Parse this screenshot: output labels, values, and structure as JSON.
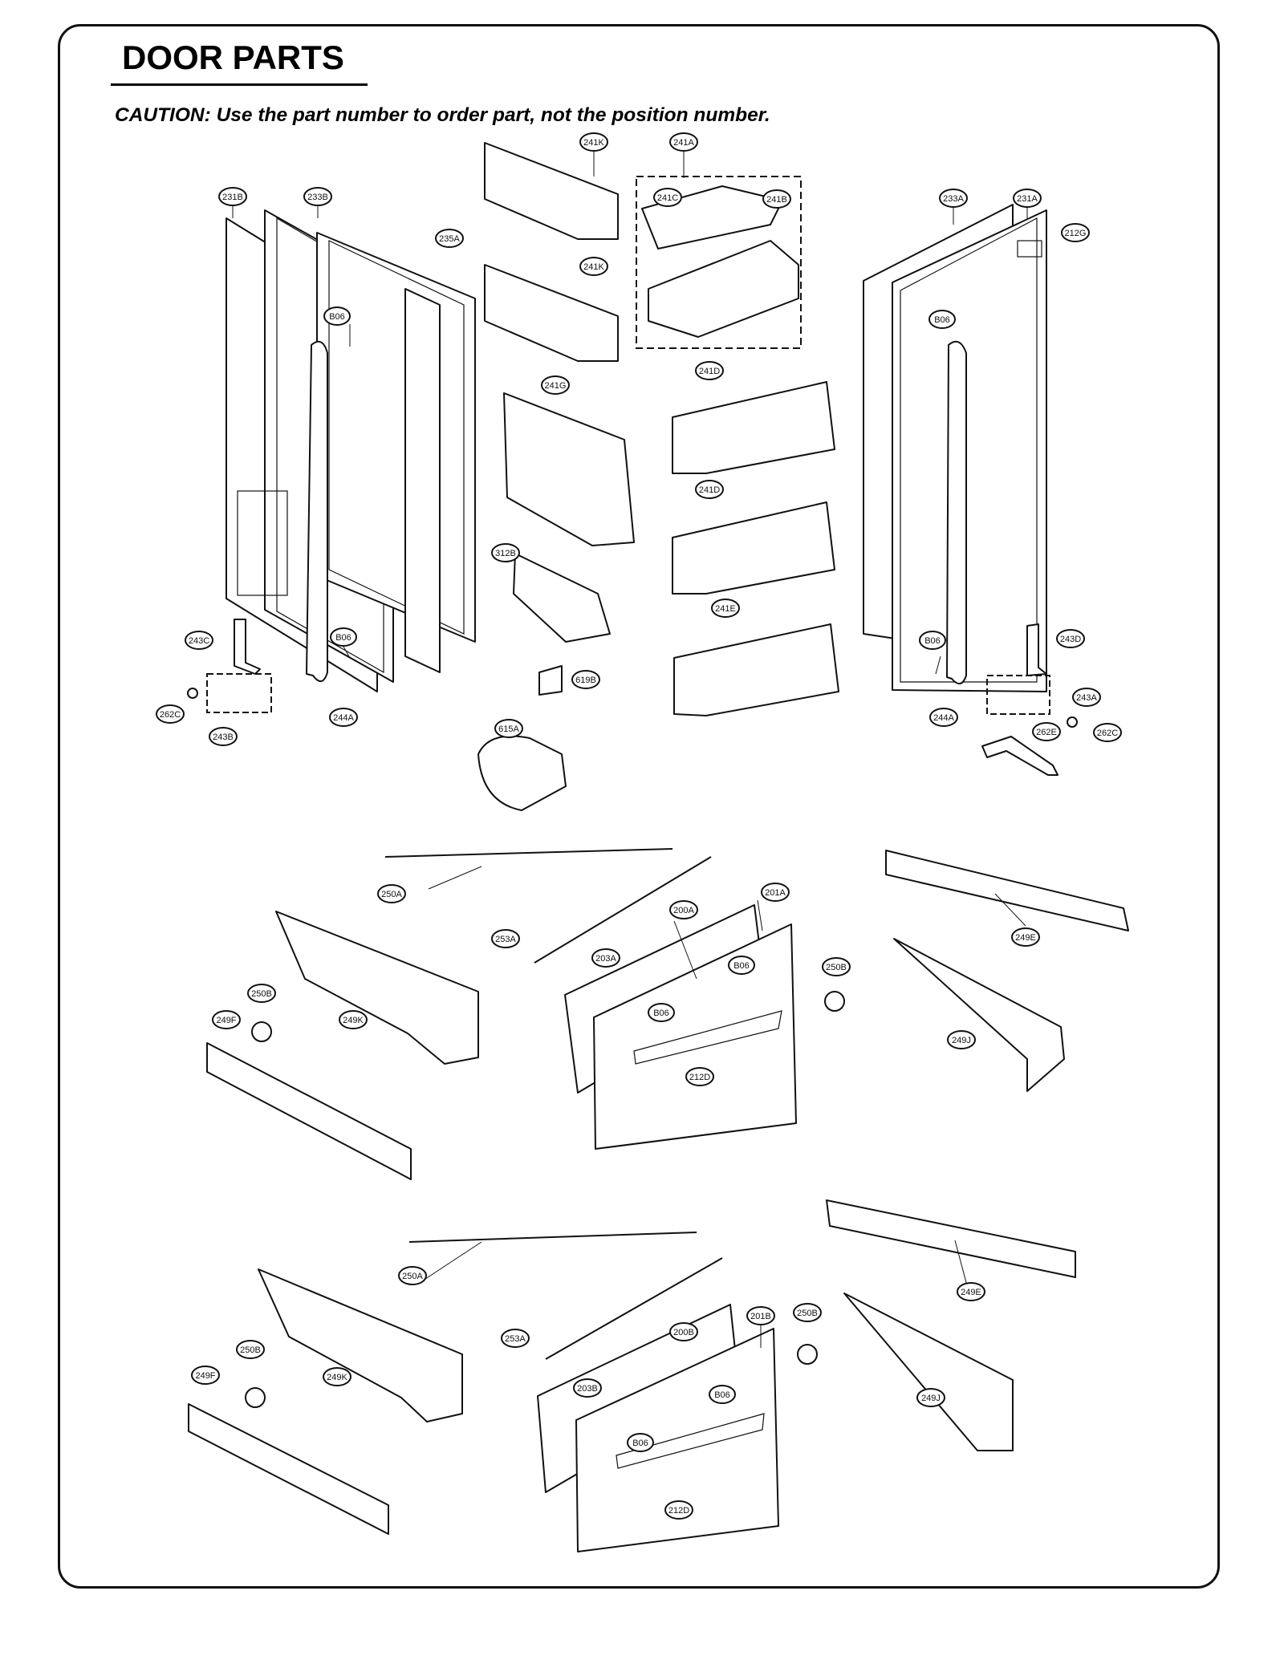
{
  "title": "DOOR PARTS",
  "caution": "CAUTION: Use the part number to order part, not the position number.",
  "colors": {
    "ink": "#111111",
    "background": "#ffffff"
  },
  "callouts": [
    "241K",
    "241A",
    "241C",
    "241B",
    "231B",
    "233B",
    "235A",
    "233A",
    "231A",
    "212G",
    "241K",
    "B06",
    "B06",
    "241G",
    "241D",
    "241D",
    "312B",
    "241E",
    "243C",
    "B06",
    "B06",
    "243D",
    "619B",
    "262C",
    "243B",
    "244A",
    "615A",
    "244A",
    "243A",
    "262E",
    "262C",
    "250A",
    "201A",
    "200A",
    "253A",
    "249E",
    "203A",
    "B06",
    "250B",
    "250B",
    "249F",
    "249K",
    "B06",
    "249J",
    "212D",
    "249E",
    "250A",
    "201B",
    "250B",
    "253A",
    "200B",
    "250B",
    "249F",
    "203B",
    "B06",
    "249K",
    "249J",
    "B06",
    "212D"
  ]
}
